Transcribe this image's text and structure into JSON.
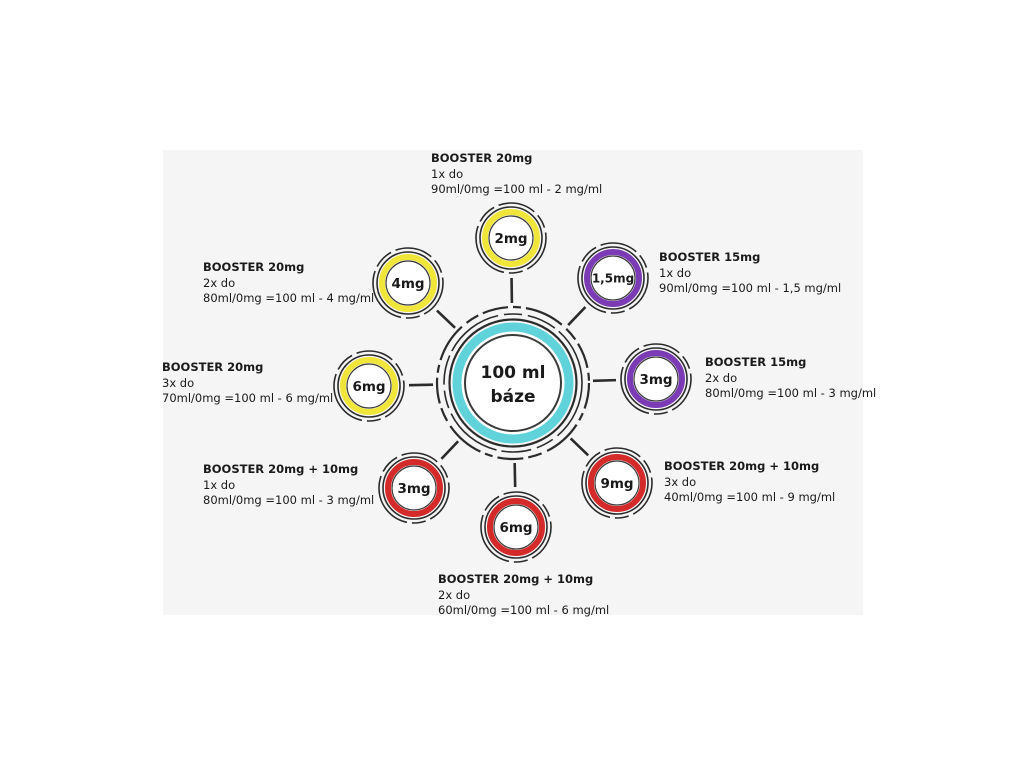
{
  "center": {
    "line1": "100 ml",
    "line2": "báze",
    "ring_color": "#5fd3d9"
  },
  "nodes": [
    {
      "id": "top",
      "value": "2mg",
      "color": "#f0e63a",
      "booster": "BOOSTER 20mg",
      "dose": "1x do",
      "result": "90ml/0mg =100 ml - 2 mg/ml"
    },
    {
      "id": "top-right",
      "value": "1,5mg",
      "color": "#7b3bb5",
      "booster": "BOOSTER 15mg",
      "dose": "1x do",
      "result": "90ml/0mg =100 ml - 1,5 mg/ml"
    },
    {
      "id": "right",
      "value": "3mg",
      "color": "#7b3bb5",
      "booster": "BOOSTER 15mg",
      "dose": "2x do",
      "result": "80ml/0mg =100 ml - 3 mg/ml"
    },
    {
      "id": "bottom-right",
      "value": "9mg",
      "color": "#d42a2a",
      "booster": "BOOSTER 20mg + 10mg",
      "dose": "3x do",
      "result": "40ml/0mg =100 ml - 9 mg/ml"
    },
    {
      "id": "bottom",
      "value": "6mg",
      "color": "#d42a2a",
      "booster": "BOOSTER 20mg + 10mg",
      "dose": "2x do",
      "result": "60ml/0mg =100 ml - 6 mg/ml"
    },
    {
      "id": "bottom-left",
      "value": "3mg",
      "color": "#d42a2a",
      "booster": "BOOSTER 20mg + 10mg",
      "dose": "1x do",
      "result": "80ml/0mg =100 ml - 3 mg/ml"
    },
    {
      "id": "left",
      "value": "6mg",
      "color": "#f0e63a",
      "booster": "BOOSTER 20mg",
      "dose": "3x do",
      "result": "70ml/0mg =100 ml - 6 mg/ml"
    },
    {
      "id": "top-left",
      "value": "4mg",
      "color": "#f0e63a",
      "booster": "BOOSTER 20mg",
      "dose": "2x do",
      "result": "80ml/0mg =100 ml - 4 mg/ml"
    }
  ]
}
